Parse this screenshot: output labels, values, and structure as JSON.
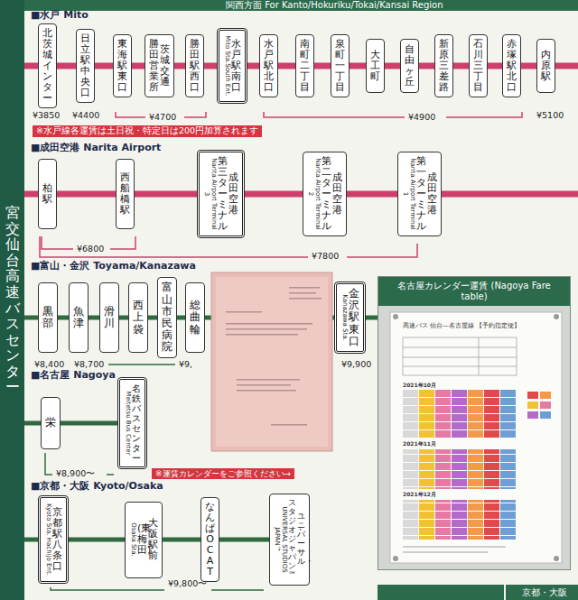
{
  "diagram": {
    "title": "関西方面 For Kanto/Hokuriku/Tokai/Kansai Region",
    "nodes": [
      {
        "text": [
          "宮交仙台高速バスセンター"
        ]
      },
      {
        "text": [
          "北茨城インター"
        ]
      },
      {
        "text": [
          "日立駅中央口"
        ]
      },
      {
        "text": [
          "東海駅東口"
        ]
      },
      {
        "text": [
          "茨城交通",
          "勝田営業所"
        ]
      },
      {
        "text": [
          "勝田駅西口"
        ]
      },
      {
        "text": [
          "水戸駅南口",
          "Mito Sta.South Ent."
        ]
      },
      {
        "text": [
          "水戸駅北口"
        ]
      },
      {
        "text": [
          "南町二丁目"
        ]
      },
      {
        "text": [
          "泉町一丁目"
        ]
      },
      {
        "text": [
          "大工町"
        ]
      },
      {
        "text": [
          "自由ヶ丘"
        ]
      },
      {
        "text": [
          "新原三差路"
        ]
      },
      {
        "text": [
          "石川三丁目"
        ]
      },
      {
        "text": [
          "赤塚駅北口"
        ]
      },
      {
        "text": [
          "内原駅"
        ]
      },
      {
        "text": [
          "柏駅"
        ]
      },
      {
        "text": [
          "西船橋駅"
        ]
      },
      {
        "text": [
          "成田空港",
          "第三ターミナル",
          "Narita Airport Terminal 3"
        ]
      },
      {
        "text": [
          "成田空港",
          "第二ターミナル",
          "Narita Airport Terminal 2"
        ]
      },
      {
        "text": [
          "成田空港",
          "第一ターミナル",
          "Narita Airport Terminal 1"
        ]
      },
      {
        "text": [
          "黒部"
        ]
      },
      {
        "text": [
          "魚津"
        ]
      },
      {
        "text": [
          "滑川"
        ]
      },
      {
        "text": [
          "西上袋"
        ]
      },
      {
        "text": [
          "富山市民病院"
        ]
      },
      {
        "text": [
          "総曲輪"
        ]
      },
      {
        "text": [
          "金沢駅東口",
          "Kanazawa Sta."
        ]
      },
      {
        "text": [
          "栄"
        ]
      },
      {
        "text": [
          "名鉄バスセンター",
          "Meitetsu Bus Center"
        ]
      },
      {
        "text": [
          "京都駅八条口",
          "Kyoto Sta. Hachijo Ent."
        ]
      },
      {
        "text": [
          "大阪駅前",
          "(東梅田)",
          "Osaka Sta."
        ]
      },
      {
        "text": [
          "なんばOCAT"
        ]
      },
      {
        "text": [
          "ユニバーサル・",
          "スタジオ・ジャパン™",
          "UNIVERSAL STUDIOS JAPAN™"
        ]
      },
      {
        "text": [
          "名古屋カレンダー運賃 (Nagoya Fare table)"
        ]
      }
    ],
    "edges": [
      {
        "from": 1,
        "to": 2,
        "arrow": "none"
      },
      {
        "from": 2,
        "to": 3,
        "arrow": "none"
      },
      {
        "from": 3,
        "to": 4,
        "arrow": "none"
      },
      {
        "from": 4,
        "to": 5,
        "arrow": "none"
      },
      {
        "from": 5,
        "to": 6,
        "arrow": "none"
      },
      {
        "from": 6,
        "to": 7,
        "arrow": "none"
      },
      {
        "from": 7,
        "to": 8,
        "arrow": "none"
      },
      {
        "from": 8,
        "to": 9,
        "arrow": "none"
      },
      {
        "from": 9,
        "to": 10,
        "arrow": "none"
      },
      {
        "from": 10,
        "to": 11,
        "arrow": "none"
      },
      {
        "from": 11,
        "to": 12,
        "arrow": "none"
      },
      {
        "from": 12,
        "to": 13,
        "arrow": "none"
      },
      {
        "from": 13,
        "to": 14,
        "arrow": "none"
      },
      {
        "from": 14,
        "to": 15,
        "arrow": "none"
      },
      {
        "from": 16,
        "to": 17,
        "arrow": "none"
      },
      {
        "from": 17,
        "to": 18,
        "arrow": "none"
      },
      {
        "from": 18,
        "to": 19,
        "arrow": "none"
      },
      {
        "from": 19,
        "to": 20,
        "arrow": "none"
      },
      {
        "from": 21,
        "to": 22,
        "arrow": "none"
      },
      {
        "from": 22,
        "to": 23,
        "arrow": "none"
      },
      {
        "from": 23,
        "to": 24,
        "arrow": "none"
      },
      {
        "from": 24,
        "to": 25,
        "arrow": "none"
      },
      {
        "from": 25,
        "to": 26,
        "arrow": "none"
      },
      {
        "from": 26,
        "to": 27,
        "arrow": "none"
      },
      {
        "from": 28,
        "to": 29,
        "arrow": "none"
      },
      {
        "from": 30,
        "to": 31,
        "arrow": "none"
      },
      {
        "from": 31,
        "to": 32,
        "arrow": "none"
      },
      {
        "from": 32,
        "to": 33,
        "arrow": "none"
      }
    ],
    "labels": [
      "■水戸 Mito",
      "¥3850",
      "¥4400",
      "¥4700",
      "¥4900",
      "¥5100",
      "※水戸線各運賃は土日祝・特定日は200円加算されます",
      "■成田空港 Narita Airport",
      "¥6800",
      "¥7800",
      "■富山・金沢 Toyama/Kanazawa",
      "¥8,400",
      "¥8,700",
      "¥9,",
      "¥9,900",
      "■名古屋 Nagoya",
      "¥8,900〜",
      "※運賃カレンダーをご参照ください→",
      "■京都・大阪 Kyoto/Osaka",
      "¥9,800〜",
      "高速バス 仙台―名古屋線 【予約指定便】",
      "2021年10月",
      "2021年11月",
      "2021年12月",
      "京都・大阪"
    ]
  }
}
